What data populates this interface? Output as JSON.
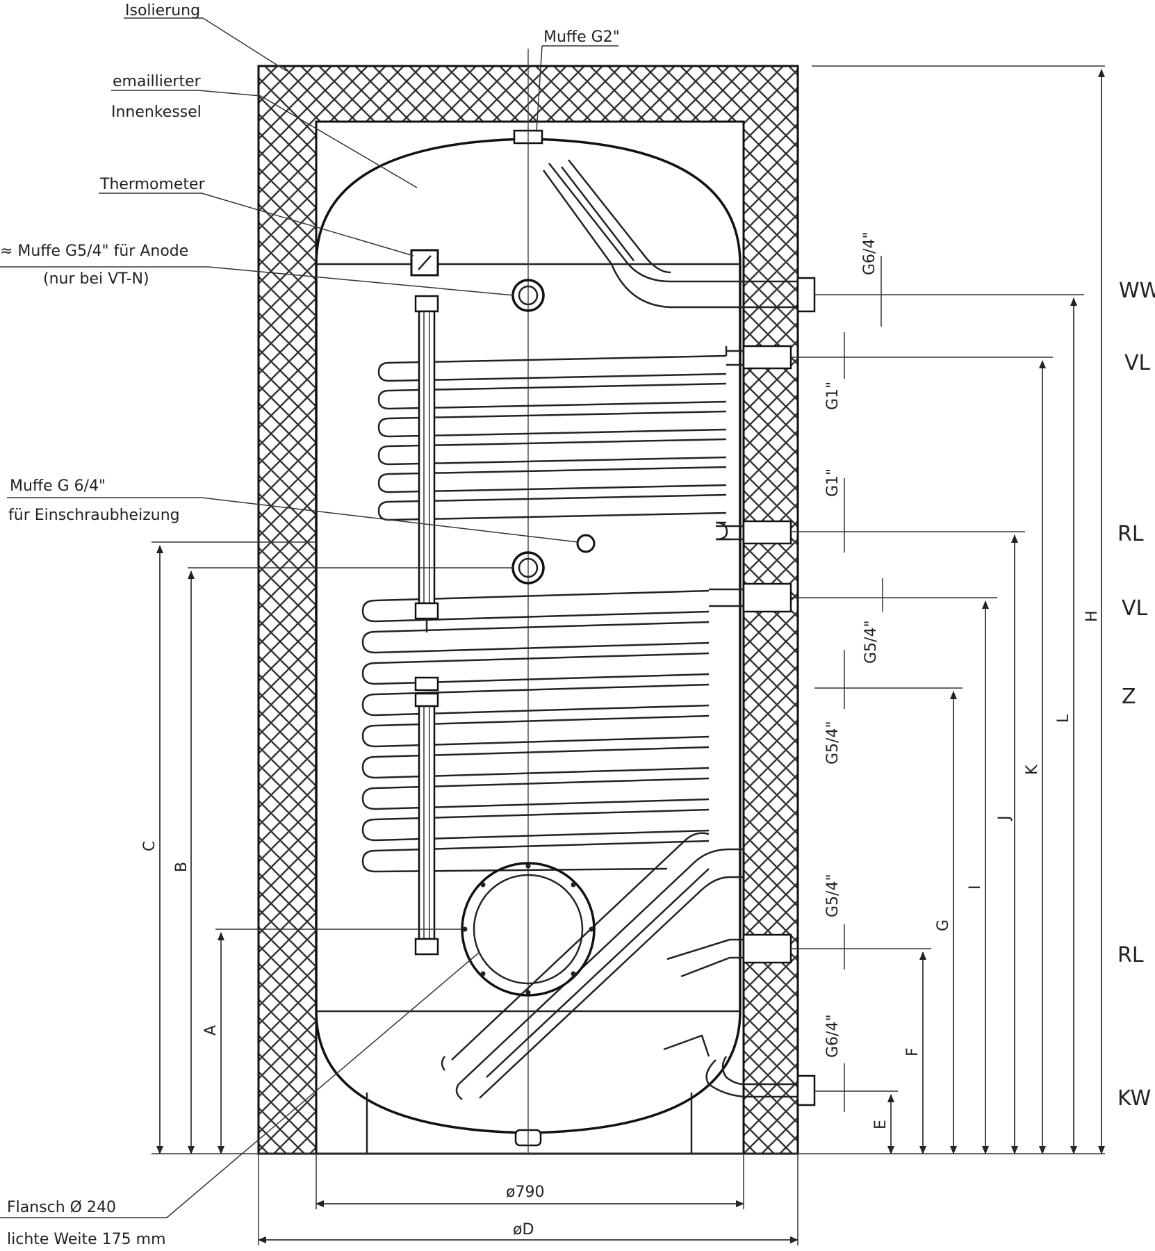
{
  "labels": {
    "isolierung": "Isolierung",
    "emaillierter": "emaillierter",
    "innenkessel": "Innenkessel",
    "thermometer": "Thermometer",
    "muffe_anode": "≈ Muffe G5/4\" für Anode",
    "nur_vtni": "(nur bei VT-N)",
    "muffe_g2": "Muffe G2\"",
    "muffe_g64": "Muffe G 6/4\"",
    "einschraub": "für Einschraubheizung",
    "flansch": "Flansch Ø 240",
    "lichte_weite": "lichte Weite 175 mm"
  },
  "connections": {
    "ww": "WW",
    "vl1": "VL",
    "rl1": "RL",
    "vl2": "VL",
    "z": "Z",
    "rl2": "RL",
    "kw": "KW"
  },
  "threads": {
    "t_ww": "G6/4\"",
    "t_g1a": "G1\"",
    "t_g1b": "G1\"",
    "t_g54a": "G5/4\"",
    "t_g54b": "G5/4\"",
    "t_g54c": "G5/4\"",
    "t_kw": "G6/4\""
  },
  "dimensions": {
    "a": "A",
    "b": "B",
    "c": "C",
    "e": "E",
    "f": "F",
    "g": "G",
    "i": "I",
    "j": "J",
    "k": "K",
    "l": "L",
    "h": "H",
    "d790": "ø790",
    "dD": "øD"
  }
}
